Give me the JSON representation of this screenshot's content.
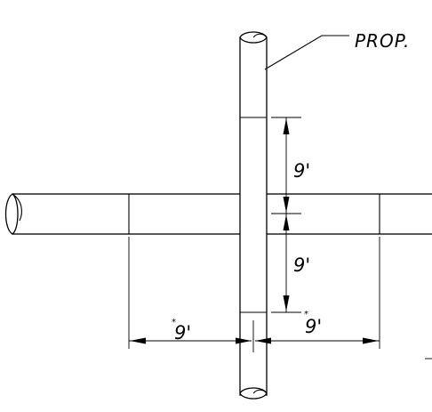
{
  "drawing": {
    "callout_label": "PROP.",
    "dimensions": {
      "vertical_upper": "9'",
      "vertical_lower": "9'",
      "horizontal_left": "9'",
      "horizontal_right": "9'"
    },
    "markers": {
      "left_mark": "*",
      "right_mark": "*"
    }
  }
}
